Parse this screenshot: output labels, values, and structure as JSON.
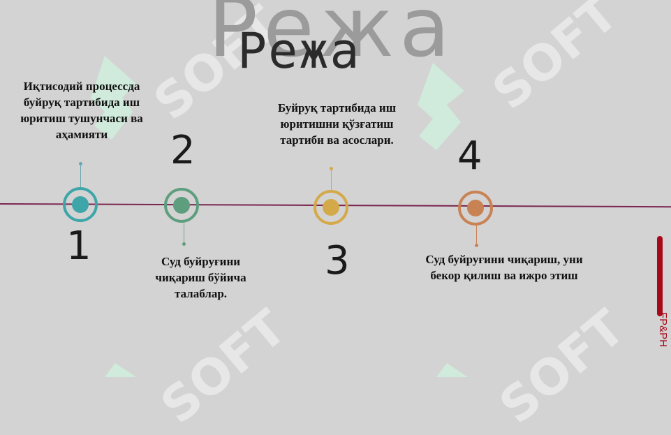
{
  "title": {
    "main": "Режа",
    "shadow": "Режа"
  },
  "watermark": {
    "text": "SOFT"
  },
  "items": [
    {
      "number": "1",
      "text": "Иқтисодий процессда буйруқ тартибида иш юритиш тушунчаси ва аҳамияти",
      "color": "#3ea6a8"
    },
    {
      "number": "2",
      "text": "Суд буйруғини чиқариш бўйича талаблар.",
      "color": "#5d9e7e"
    },
    {
      "number": "3",
      "text": "Буйруқ тартибида иш юритишни қўзғатиш тартиби ва асослари.",
      "color": "#d4a94a"
    },
    {
      "number": "4",
      "text": "Суд буйруғини чиқариш, уни бекор қилиш ва ижро этиш",
      "color": "#c98254"
    }
  ],
  "side_label": "FP&PH",
  "colors": {
    "timeline": "#7a2550",
    "accent": "#a8091a"
  }
}
